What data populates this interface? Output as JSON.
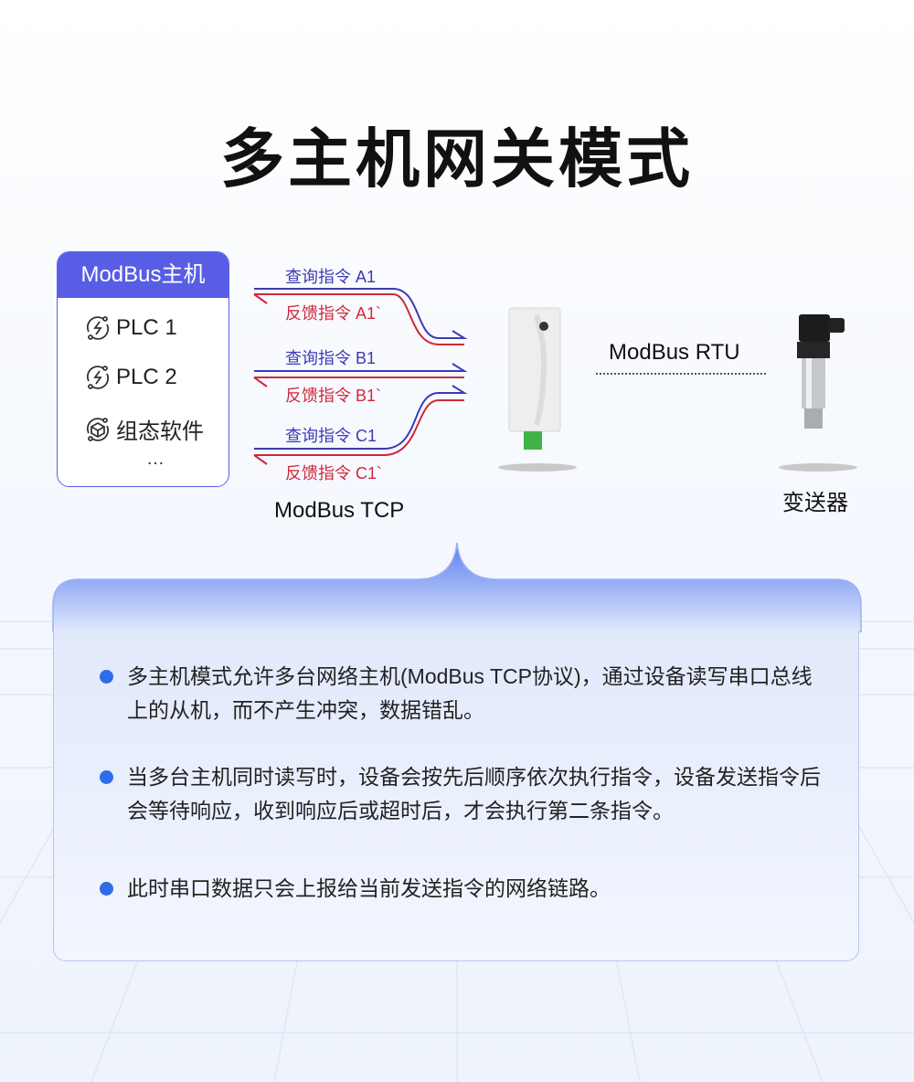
{
  "title": "多主机网关模式",
  "host": {
    "header": "ModBus主机",
    "items": [
      {
        "label": "PLC 1",
        "icon": "plc-icon"
      },
      {
        "label": "PLC 2",
        "icon": "plc-icon"
      },
      {
        "label": "组态软件",
        "icon": "software-cube-icon"
      }
    ],
    "more": "…"
  },
  "arrows": [
    {
      "query": "查询指令 A1",
      "reply": "反馈指令 A1`"
    },
    {
      "query": "查询指令 B1",
      "reply": "反馈指令 B1`"
    },
    {
      "query": "查询指令 C1",
      "reply": "反馈指令 C1`"
    }
  ],
  "tcp_label": "ModBus TCP",
  "rtu_label": "ModBus RTU",
  "transmitter_label": "变送器",
  "colors": {
    "accent": "#585de6",
    "query": "#3b3bb5",
    "reply": "#d0283c",
    "bullet": "#2f6de8"
  },
  "bullets": [
    "多主机模式允许多台网络主机(ModBus TCP协议)，通过设备读写串口总线上的从机，而不产生冲突，数据错乱。",
    "当多台主机同时读写时，设备会按先后顺序依次执行指令，设备发送指令后会等待响应，收到响应后或超时后，才会执行第二条指令。",
    "此时串口数据只会上报给当前发送指令的网络链路。"
  ]
}
